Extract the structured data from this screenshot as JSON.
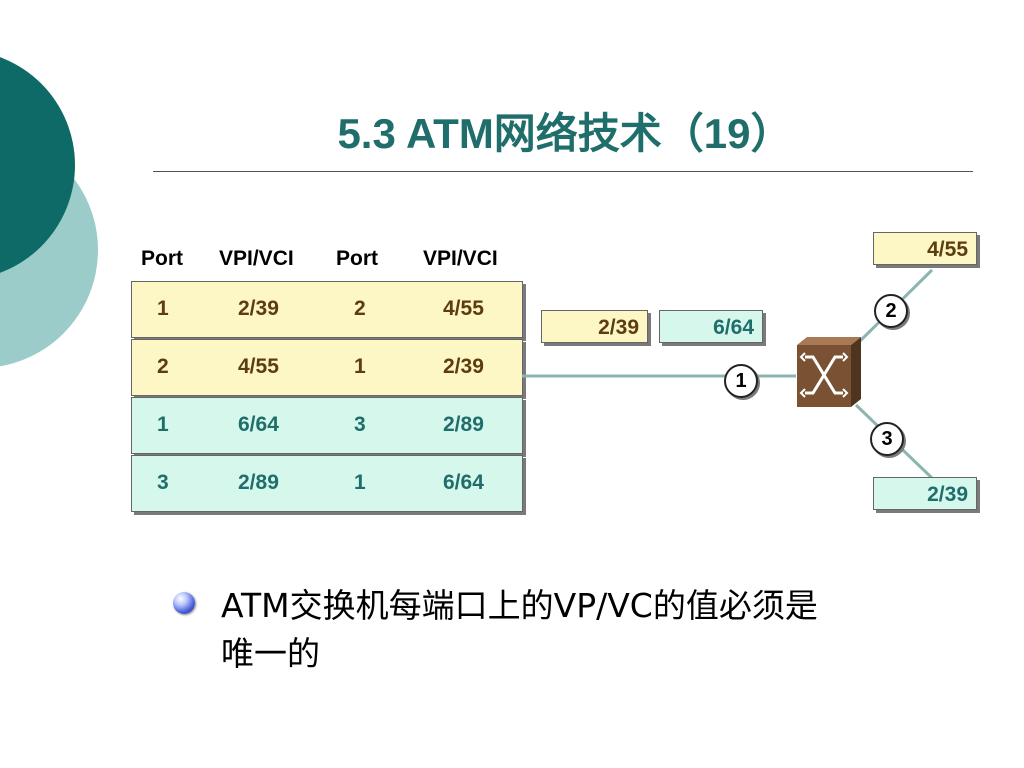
{
  "slide": {
    "title": "5.3 ATM网络技术（19）",
    "bullet": "ATM交换机每端口上的VP/VC的值必须是唯一的"
  },
  "colors": {
    "accent_dark": "#0e6a66",
    "accent_light": "#9cccc9",
    "row_yellow": "#fdf7c5",
    "row_cyan": "#d6f8ec",
    "switch_brown": "#7a5233"
  },
  "table": {
    "headers": [
      "Port",
      "VPI/VCI",
      "Port",
      "VPI/VCI"
    ],
    "rows": [
      {
        "in_port": "1",
        "in_vc": "2/39",
        "out_port": "2",
        "out_vc": "4/55",
        "style": "yellow"
      },
      {
        "in_port": "2",
        "in_vc": "4/55",
        "out_port": "1",
        "out_vc": "2/39",
        "style": "yellow"
      },
      {
        "in_port": "1",
        "in_vc": "6/64",
        "out_port": "3",
        "out_vc": "2/89",
        "style": "cyan"
      },
      {
        "in_port": "3",
        "in_vc": "2/89",
        "out_port": "1",
        "out_vc": "6/64",
        "style": "cyan"
      }
    ]
  },
  "diagram": {
    "link1_tags": [
      "2/39",
      "6/64"
    ],
    "port2_tag": "4/55",
    "port3_tag": "2/39",
    "ports": [
      "1",
      "2",
      "3"
    ],
    "switch_icon": "atm-switch-icon"
  }
}
